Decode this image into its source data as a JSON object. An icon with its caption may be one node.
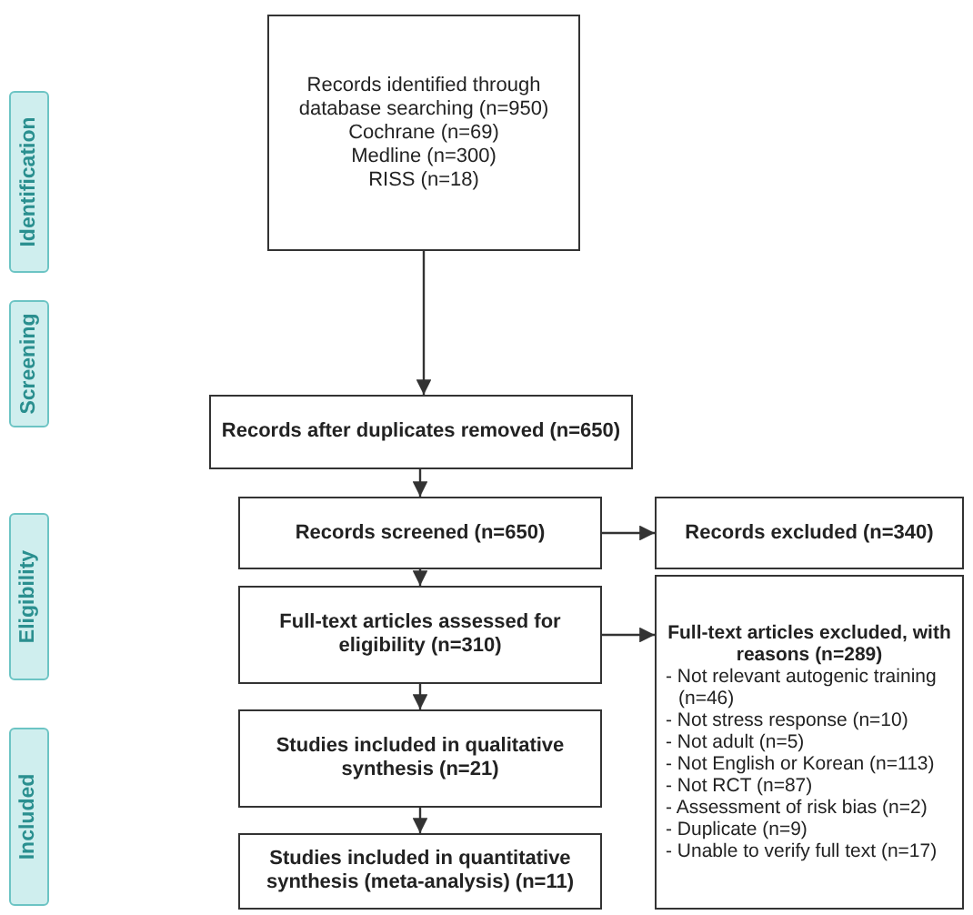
{
  "diagram": {
    "nodes": [
      {
        "text": [
          "Identification"
        ]
      },
      {
        "text": [
          "Records identified through database searching (n=950)",
          "Cochrane (n=69)",
          "Medline (n=300)",
          "RISS (n=18)"
        ]
      },
      {
        "text": [
          "Screening"
        ]
      },
      {
        "text": [
          "Records after duplicates removed (n=650)"
        ]
      },
      {
        "text": [
          "Records screened (n=650)"
        ]
      },
      {
        "text": [
          "Records excluded (n=340)"
        ]
      },
      {
        "text": [
          "Eligibility"
        ]
      },
      {
        "text": [
          "Full-text articles assessed for eligibility (n=310)"
        ]
      },
      {
        "text": [
          "Full-text articles excluded, with reasons (n=289)",
          "- Not relevant autogenic training (n=46)",
          "- Not stress response (n=10)",
          "- Not adult (n=5)",
          "- Not English or Korean (n=113)",
          "- Not RCT (n=87)",
          "- Assessment of risk bias (n=2)",
          "- Duplicate (n=9)",
          "- Unable to verify full text (n=17)"
        ]
      },
      {
        "text": [
          "Studies included in qualitative synthesis (n=21)"
        ]
      },
      {
        "text": [
          "Included"
        ]
      },
      {
        "text": [
          "Studies included in quantitative synthesis (meta-analysis) (n=11)"
        ]
      }
    ],
    "edges": [
      {
        "from": 1,
        "to": 3,
        "arrow": "to"
      },
      {
        "from": 3,
        "to": 4,
        "arrow": "to"
      },
      {
        "from": 4,
        "to": 5,
        "arrow": "to"
      },
      {
        "from": 4,
        "to": 7,
        "arrow": "to"
      },
      {
        "from": 7,
        "to": 8,
        "arrow": "to"
      },
      {
        "from": 7,
        "to": 9,
        "arrow": "to"
      },
      {
        "from": 9,
        "to": 11,
        "arrow": "to"
      }
    ]
  }
}
